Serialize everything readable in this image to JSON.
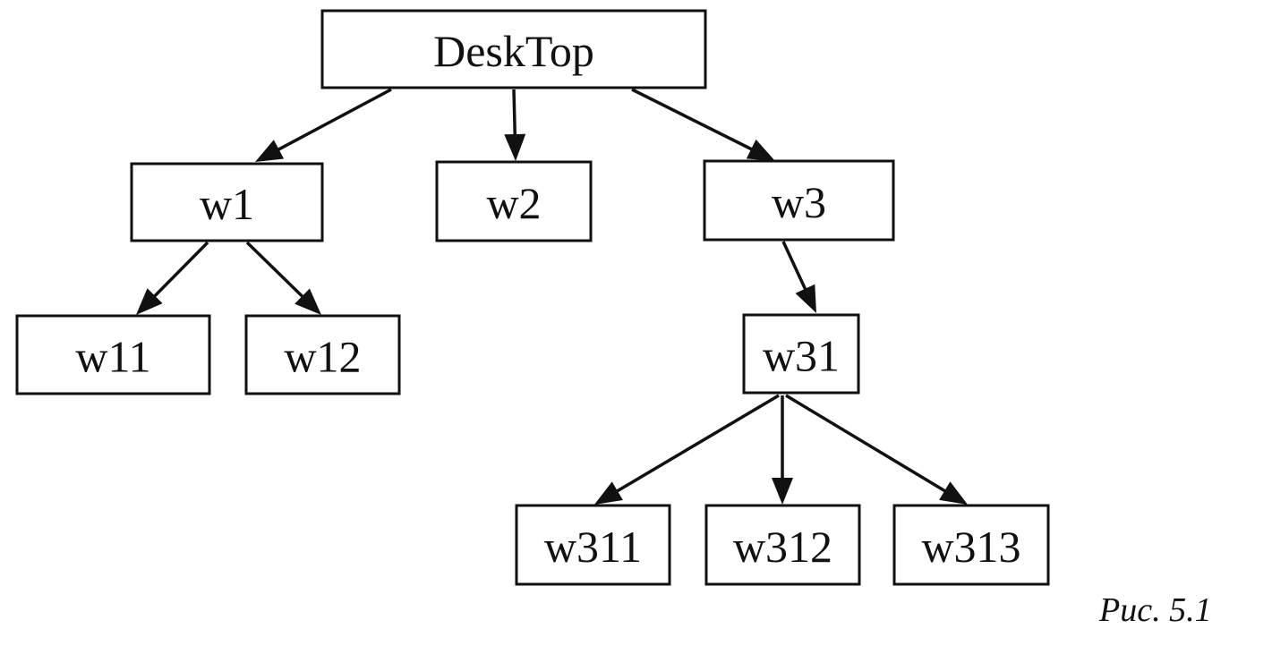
{
  "diagram": {
    "nodes": [
      {
        "id": "desktop",
        "label": "DeskTop"
      },
      {
        "id": "w1",
        "label": "w1"
      },
      {
        "id": "w2",
        "label": "w2"
      },
      {
        "id": "w3",
        "label": "w3"
      },
      {
        "id": "w11",
        "label": "w11"
      },
      {
        "id": "w12",
        "label": "w12"
      },
      {
        "id": "w31",
        "label": "w31"
      },
      {
        "id": "w311",
        "label": "w311"
      },
      {
        "id": "w312",
        "label": "w312"
      },
      {
        "id": "w313",
        "label": "w313"
      }
    ],
    "edges": [
      {
        "from": "desktop",
        "to": "w1"
      },
      {
        "from": "desktop",
        "to": "w2"
      },
      {
        "from": "desktop",
        "to": "w3"
      },
      {
        "from": "w1",
        "to": "w11"
      },
      {
        "from": "w1",
        "to": "w12"
      },
      {
        "from": "w3",
        "to": "w31"
      },
      {
        "from": "w31",
        "to": "w311"
      },
      {
        "from": "w31",
        "to": "w312"
      },
      {
        "from": "w31",
        "to": "w313"
      }
    ]
  },
  "caption": "Рис. 5.1",
  "colors": {
    "ink": "#111111",
    "background": "#ffffff"
  }
}
